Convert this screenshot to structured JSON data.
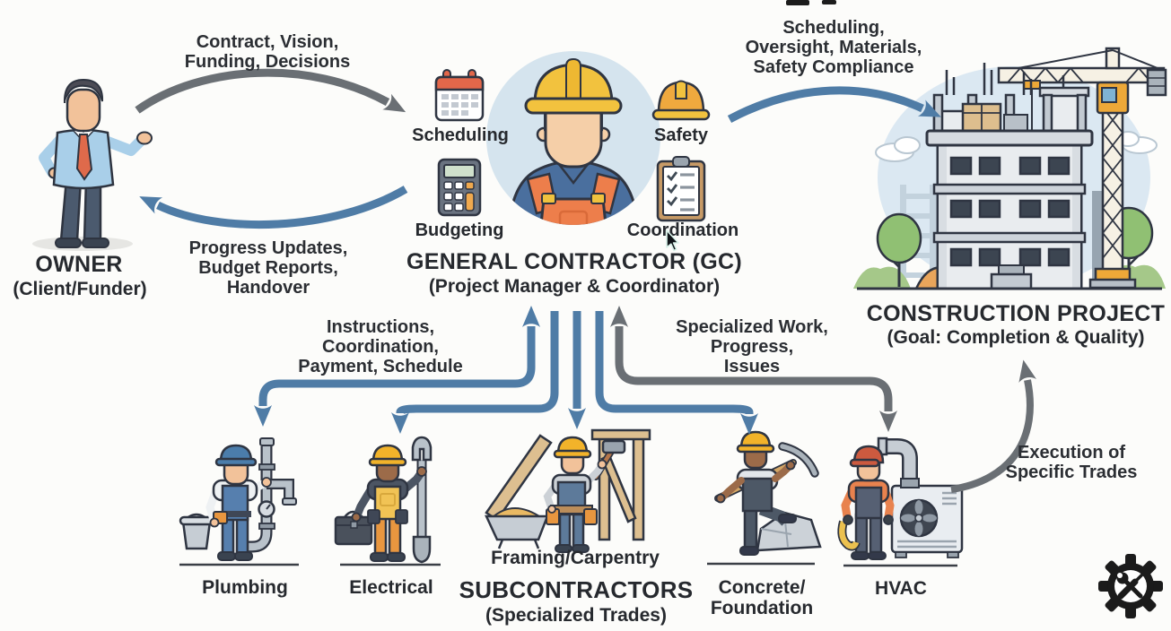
{
  "colors": {
    "background": "#fcfcfa",
    "arrow_blue": "#4f7ca6",
    "arrow_gray": "#6a6f74",
    "text": "#26292e",
    "gc_circle": "#d5e4ee",
    "project_circle": "#dbe8f2",
    "accent_orange": "#ed7e4b",
    "accent_yellow": "#f2c23e"
  },
  "nodes": {
    "owner": {
      "title": "OWNER",
      "subtitle": "(Client/Funder)",
      "figure": "businessman-figure"
    },
    "gc": {
      "title": "GENERAL CONTRACTOR (GC)",
      "subtitle": "(Project Manager & Coordinator)",
      "figure": "construction-manager-figure",
      "functions": [
        {
          "label": "Scheduling",
          "icon": "calendar-icon"
        },
        {
          "label": "Safety",
          "icon": "hard-hat-icon"
        },
        {
          "label": "Budgeting",
          "icon": "calculator-icon"
        },
        {
          "label": "Coordination",
          "icon": "clipboard-checklist-icon"
        }
      ]
    },
    "project": {
      "title": "CONSTRUCTION PROJECT",
      "subtitle": "(Goal: Completion & Quality)",
      "figure": "building-under-construction-with-crane"
    },
    "subcontractors": {
      "title": "SUBCONTRACTORS",
      "subtitle": "(Specialized Trades)",
      "trades": [
        {
          "id": "plumbing",
          "lines": [
            "Plumbing"
          ],
          "icon": "plumber-figure"
        },
        {
          "id": "electrical",
          "lines": [
            "Electrical"
          ],
          "icon": "electrician-figure"
        },
        {
          "id": "framing",
          "lines": [
            "Framing/Carpentry"
          ],
          "icon": "carpenter-figure"
        },
        {
          "id": "concrete",
          "lines": [
            "Concrete/",
            "Foundation"
          ],
          "icon": "concrete-worker-figure"
        },
        {
          "id": "hvac",
          "lines": [
            "HVAC"
          ],
          "icon": "hvac-worker-figure"
        }
      ]
    }
  },
  "flows": {
    "owner_to_gc": {
      "lines": [
        "Contract, Vision,",
        "Funding, Decisions"
      ],
      "color": "#6a6f74"
    },
    "gc_to_owner": {
      "lines": [
        "Progress Updates,",
        "Budget Reports,",
        "Handover"
      ],
      "color": "#4f7ca6"
    },
    "gc_to_project": {
      "lines": [
        "Scheduling,",
        "Oversight, Materials,",
        "Safety Compliance"
      ],
      "color": "#4f7ca6"
    },
    "gc_to_subs": {
      "lines": [
        "Instructions,",
        "Coordination,",
        "Payment, Schedule"
      ],
      "color": "#4f7ca6"
    },
    "subs_to_gc": {
      "lines": [
        "Specialized Work,",
        "Progress,",
        "Issues"
      ],
      "color": "#6a6f74"
    },
    "subs_to_project": {
      "lines": [
        "Execution of",
        "Specific Trades"
      ],
      "color": "#6a6f74"
    }
  }
}
